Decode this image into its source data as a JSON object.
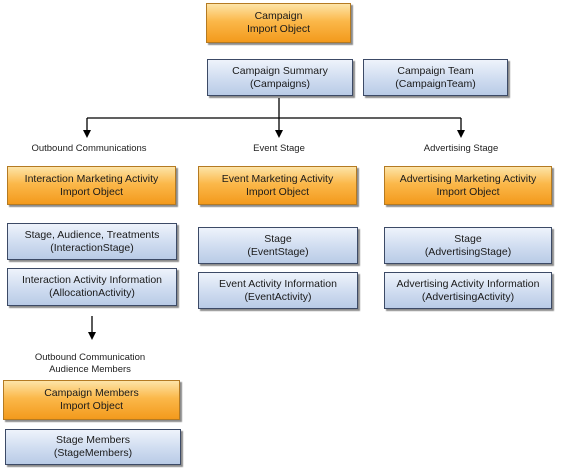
{
  "campaign_import": {
    "line1": "Campaign",
    "line2": "Import Object"
  },
  "campaign_summary": {
    "line1": "Campaign Summary",
    "line2": "(Campaigns)"
  },
  "campaign_team": {
    "line1": "Campaign Team",
    "line2": "(CampaignTeam)"
  },
  "labels": {
    "outbound": "Outbound Communications",
    "event": "Event Stage",
    "advertising": "Advertising Stage",
    "audience_line1": "Outbound Communication",
    "audience_line2": "Audience Members"
  },
  "interaction_import": {
    "line1": "Interaction Marketing Activity",
    "line2": "Import Object"
  },
  "interaction_stage": {
    "line1": "Stage, Audience, Treatments",
    "line2": "(InteractionStage)"
  },
  "interaction_activity": {
    "line1": "Interaction Activity Information",
    "line2": "(AllocationActivity)"
  },
  "event_import": {
    "line1": "Event Marketing Activity",
    "line2": "Import Object"
  },
  "event_stage": {
    "line1": "Stage",
    "line2": "(EventStage)"
  },
  "event_activity": {
    "line1": "Event Activity Information",
    "line2": "(EventActivity)"
  },
  "advertising_import": {
    "line1": "Advertising Marketing Activity",
    "line2": "Import Object"
  },
  "advertising_stage": {
    "line1": "Stage",
    "line2": "(AdvertisingStage)"
  },
  "advertising_activity": {
    "line1": "Advertising Activity Information",
    "line2": "(AdvertisingActivity)"
  },
  "members_import": {
    "line1": "Campaign Members",
    "line2": "Import Object"
  },
  "stage_members": {
    "line1": "Stage Members",
    "line2": "(StageMembers)"
  }
}
